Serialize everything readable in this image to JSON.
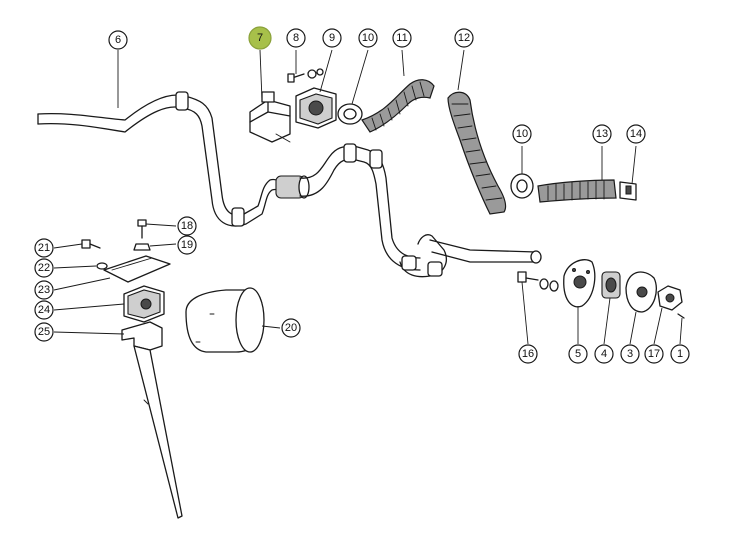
{
  "highlight_color": "#a7c04a",
  "callouts": [
    {
      "id": "c6",
      "label": "6"
    },
    {
      "id": "c7",
      "label": "7",
      "highlighted": true
    },
    {
      "id": "c8",
      "label": "8"
    },
    {
      "id": "c9",
      "label": "9"
    },
    {
      "id": "c10a",
      "label": "10"
    },
    {
      "id": "c11",
      "label": "11"
    },
    {
      "id": "c12",
      "label": "12"
    },
    {
      "id": "c10b",
      "label": "10"
    },
    {
      "id": "c13",
      "label": "13"
    },
    {
      "id": "c14",
      "label": "14"
    },
    {
      "id": "c18",
      "label": "18"
    },
    {
      "id": "c19",
      "label": "19"
    },
    {
      "id": "c21",
      "label": "21"
    },
    {
      "id": "c22",
      "label": "22"
    },
    {
      "id": "c23",
      "label": "23"
    },
    {
      "id": "c24",
      "label": "24"
    },
    {
      "id": "c25",
      "label": "25"
    },
    {
      "id": "c20",
      "label": "20"
    },
    {
      "id": "c16",
      "label": "16"
    },
    {
      "id": "c5",
      "label": "5"
    },
    {
      "id": "c4",
      "label": "4"
    },
    {
      "id": "c3",
      "label": "3"
    },
    {
      "id": "c17",
      "label": "17"
    },
    {
      "id": "c1",
      "label": "1"
    }
  ]
}
